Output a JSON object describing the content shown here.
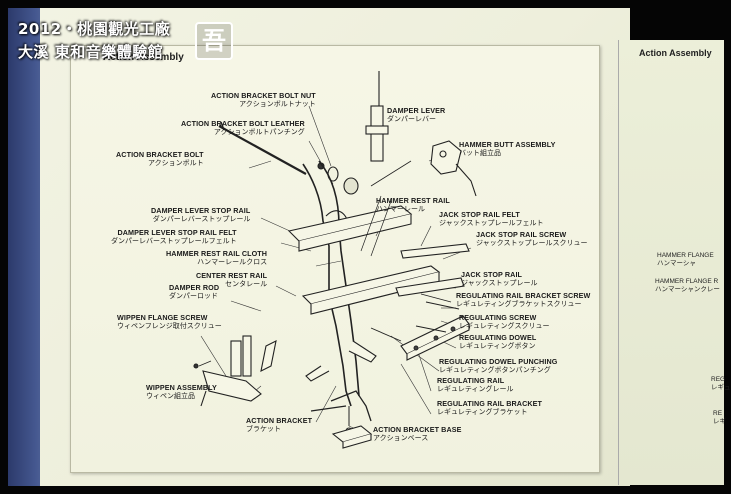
{
  "watermark": {
    "line1": "2012・桃園觀光工廠",
    "line2": "大溪 東和音樂體驗館",
    "logo_char": "吾"
  },
  "poster": {
    "title": "Action Assembly",
    "labels": [
      {
        "en": "ACTION BRACKET BOLT NUT",
        "jp": "アクションボルトナット"
      },
      {
        "en": "DAMPER LEVER",
        "jp": "ダンパーレバー"
      },
      {
        "en": "ACTION BRACKET BOLT LEATHER",
        "jp": "アクションボルトパンチング"
      },
      {
        "en": "HAMMER BUTT ASSEMBLY",
        "jp": "バット組立品"
      },
      {
        "en": "ACTION BRACKET BOLT",
        "jp": "アクションボルト"
      },
      {
        "en": "HAMMER REST RAIL",
        "jp": "ハンマーレール"
      },
      {
        "en": "DAMPER LEVER STOP RAIL",
        "jp": "ダンパーレバーストップレール"
      },
      {
        "en": "JACK STOP RAIL FELT",
        "jp": "ジャックストップレールフェルト"
      },
      {
        "en": "DAMPER LEVER STOP RAIL FELT",
        "jp": "ダンパーレバーストップレールフェルト"
      },
      {
        "en": "JACK STOP RAIL SCREW",
        "jp": "ジャックストップレールスクリュー"
      },
      {
        "en": "HAMMER REST RAIL CLOTH",
        "jp": "ハンマーレールクロス"
      },
      {
        "en": "CENTER REST RAIL",
        "jp": "センタレール"
      },
      {
        "en": "JACK STOP RAIL",
        "jp": "ジャックストップレール"
      },
      {
        "en": "DAMPER ROD",
        "jp": "ダンパーロッド"
      },
      {
        "en": "REGULATING RAIL BRACKET SCREW",
        "jp": "レギュレティングブラケットスクリュー"
      },
      {
        "en": "WIPPEN FLANGE SCREW",
        "jp": "ウィペンフレンジ取付スクリュー"
      },
      {
        "en": "REGULATING SCREW",
        "jp": "レギュレティングスクリュー"
      },
      {
        "en": "REGULATING DOWEL",
        "jp": "レギュレティングボタン"
      },
      {
        "en": "REGULATING DOWEL PUNCHING",
        "jp": "レギュレティングボタンパンチング"
      },
      {
        "en": "WIPPEN ASSEMBLY",
        "jp": "ウィペン組立品"
      },
      {
        "en": "REGULATING RAIL",
        "jp": "レギュレティングレール"
      },
      {
        "en": "REGULATING RAIL BRACKET",
        "jp": "レギュレティングブラケット"
      },
      {
        "en": "ACTION BRACKET",
        "jp": "ブラケット"
      },
      {
        "en": "ACTION BRACKET BASE",
        "jp": "アクションベース"
      }
    ]
  },
  "right_poster": {
    "title": "Action Assembly",
    "labels": [
      {
        "en": "HAMMER FLANGE",
        "jp": "ハンマーシャ"
      },
      {
        "en": "HAMMER FLANGE R",
        "jp": "ハンマーシャンクレー"
      },
      {
        "en": "REG",
        "jp": "レギュ"
      },
      {
        "en": "RE",
        "jp": "レギ"
      }
    ]
  }
}
